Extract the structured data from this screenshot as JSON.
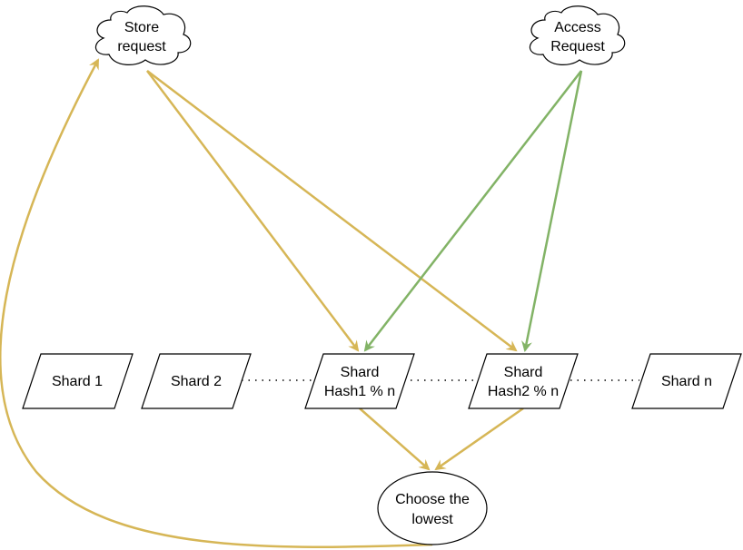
{
  "colors": {
    "store_edge": "#d6b656",
    "access_edge": "#82b366",
    "node_stroke": "#000000",
    "node_fill": "#ffffff"
  },
  "nodes": {
    "store_request": {
      "line1": "Store",
      "line2": "request"
    },
    "access_request": {
      "line1": "Access",
      "line2": "Request"
    },
    "shard_1": {
      "label": "Shard 1"
    },
    "shard_2": {
      "label": "Shard 2"
    },
    "shard_hash1": {
      "line1": "Shard",
      "line2": "Hash1 % n"
    },
    "shard_hash2": {
      "line1": "Shard",
      "line2": "Hash2 % n"
    },
    "shard_n": {
      "label": "Shard n"
    },
    "choose_lowest": {
      "line1": "Choose the",
      "line2": "lowest"
    }
  },
  "edges": [
    {
      "from": "store_request",
      "to": "shard_hash1",
      "color": "store_edge"
    },
    {
      "from": "store_request",
      "to": "shard_hash2",
      "color": "store_edge"
    },
    {
      "from": "access_request",
      "to": "shard_hash1",
      "color": "access_edge"
    },
    {
      "from": "access_request",
      "to": "shard_hash2",
      "color": "access_edge"
    },
    {
      "from": "shard_hash1",
      "to": "choose_lowest",
      "color": "store_edge"
    },
    {
      "from": "shard_hash2",
      "to": "choose_lowest",
      "color": "store_edge"
    },
    {
      "from": "choose_lowest",
      "to": "store_request",
      "color": "store_edge"
    }
  ]
}
